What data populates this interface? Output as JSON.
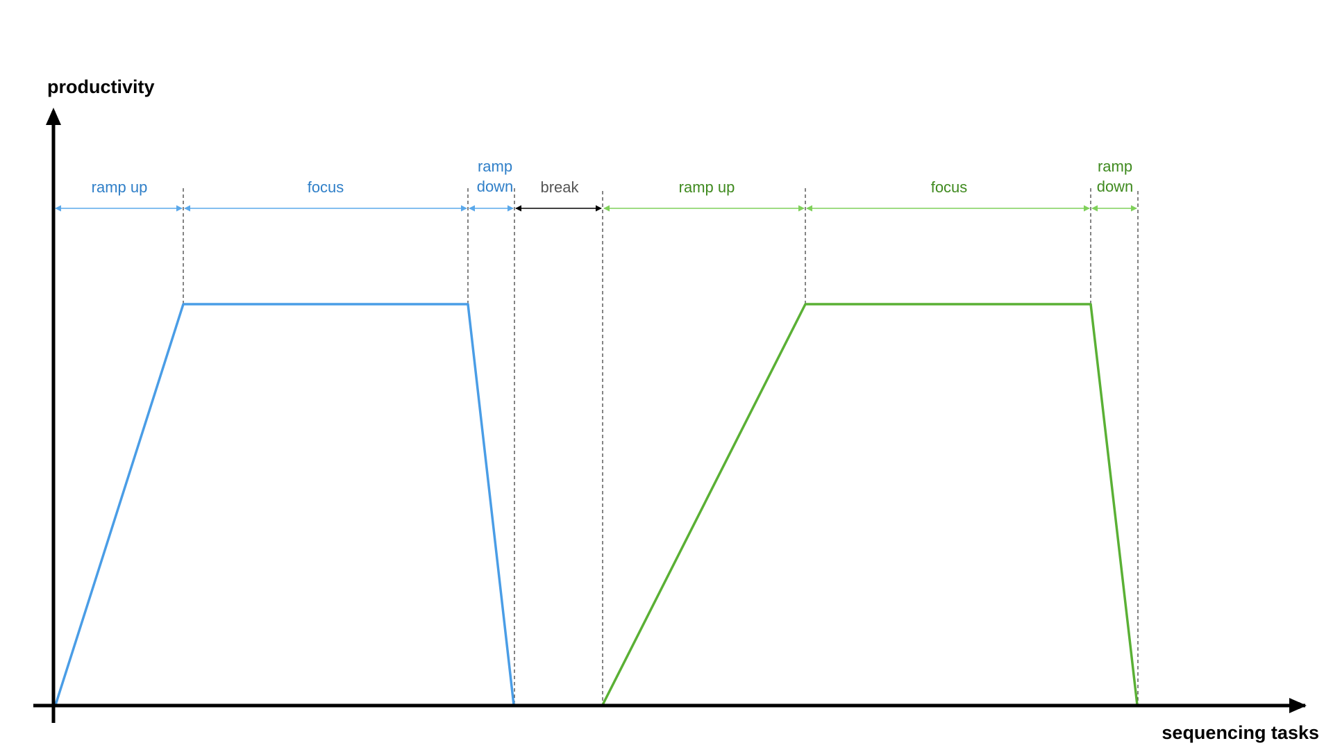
{
  "axes": {
    "y_label": "productivity",
    "x_label": "sequencing tasks"
  },
  "colors": {
    "task1": "#4a9de6",
    "task1_label": "#2f7fc8",
    "task1_arrow": "#5aa8ea",
    "task2": "#5ab035",
    "task2_label": "#3f8a1f",
    "task2_arrow": "#7fd05a",
    "break_arrow": "#000000",
    "break_label": "#555555",
    "axis": "#000000"
  },
  "task1": {
    "ramp_up_label": "ramp up",
    "focus_label": "focus",
    "ramp_down_label_1": "ramp",
    "ramp_down_label_2": "down"
  },
  "break_label": "break",
  "task2": {
    "ramp_up_label": "ramp up",
    "focus_label": "focus",
    "ramp_down_label_1": "ramp",
    "ramp_down_label_2": "down"
  }
}
